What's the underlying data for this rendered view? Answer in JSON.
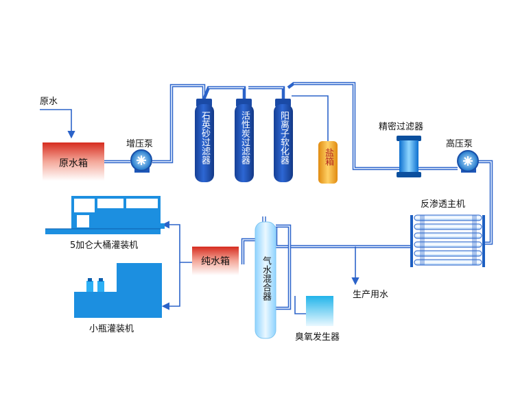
{
  "labels": {
    "raw_water_in": "原水",
    "raw_water_tank": "原水箱",
    "booster_pump": "增压泵",
    "quartz_filter": "石英砂过滤器",
    "carbon_filter": "活性炭过滤器",
    "cation_softener": "阳离子软化器",
    "salt_tank": "盐箱",
    "precision_filter": "精密过滤器",
    "high_pressure_pump": "高压泵",
    "ro_main": "反渗透主机",
    "production_water": "生产用水",
    "gas_water_mixer": "气水混合器",
    "ozone_generator": "臭氧发生器",
    "pure_water_tank": "纯水箱",
    "barrel_filler": "5加仑大桶灌装机",
    "bottle_filler": "小瓶灌装机"
  },
  "colors": {
    "pipe": "#2b63c9",
    "vessel": "#1f4fb0",
    "tank_red": "#d62c1f",
    "salt_orange": "#f2a21c",
    "machine_blue": "#1c8fe0",
    "mixer_light": "#bfe6ff",
    "ozone_cyan": "#43c6f0"
  }
}
